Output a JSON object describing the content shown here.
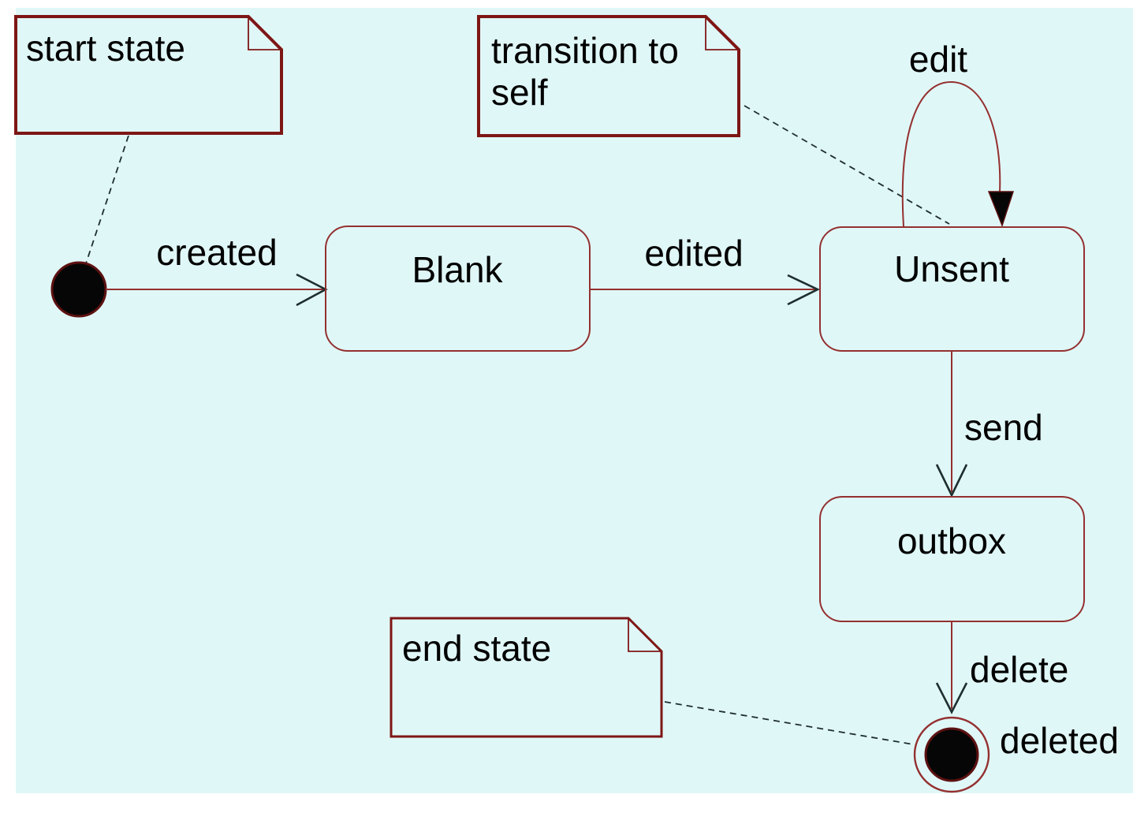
{
  "diagram": {
    "type": "uml-state-diagram",
    "notes": [
      {
        "id": "start-state-note",
        "text": "start state"
      },
      {
        "id": "transition-to-self-note",
        "line1": "transition to",
        "line2": "self"
      },
      {
        "id": "end-state-note",
        "text": "end state"
      }
    ],
    "states": [
      {
        "id": "blank",
        "label": "Blank"
      },
      {
        "id": "unsent",
        "label": "Unsent"
      },
      {
        "id": "outbox",
        "label": "outbox"
      }
    ],
    "pseudostates": [
      {
        "id": "initial-state",
        "kind": "initial",
        "label": ""
      },
      {
        "id": "final-state",
        "kind": "final",
        "label": "deleted"
      }
    ],
    "transitions": [
      {
        "from": "initial-state",
        "to": "blank",
        "label": "created"
      },
      {
        "from": "blank",
        "to": "unsent",
        "label": "edited"
      },
      {
        "from": "unsent",
        "to": "unsent",
        "label": "edit"
      },
      {
        "from": "unsent",
        "to": "outbox",
        "label": "send"
      },
      {
        "from": "outbox",
        "to": "final-state",
        "label": "delete"
      }
    ],
    "colors": {
      "canvas_background": "#e0f7f7",
      "page_background": "#ffffff",
      "note_border": "#7e1616",
      "state_border": "#943030",
      "transition_line": "#943030",
      "arrowhead": "#1e2e2e",
      "note_connector": "#1e2e2e",
      "pseudostate_fill": "#060606",
      "text": "#000000"
    }
  }
}
